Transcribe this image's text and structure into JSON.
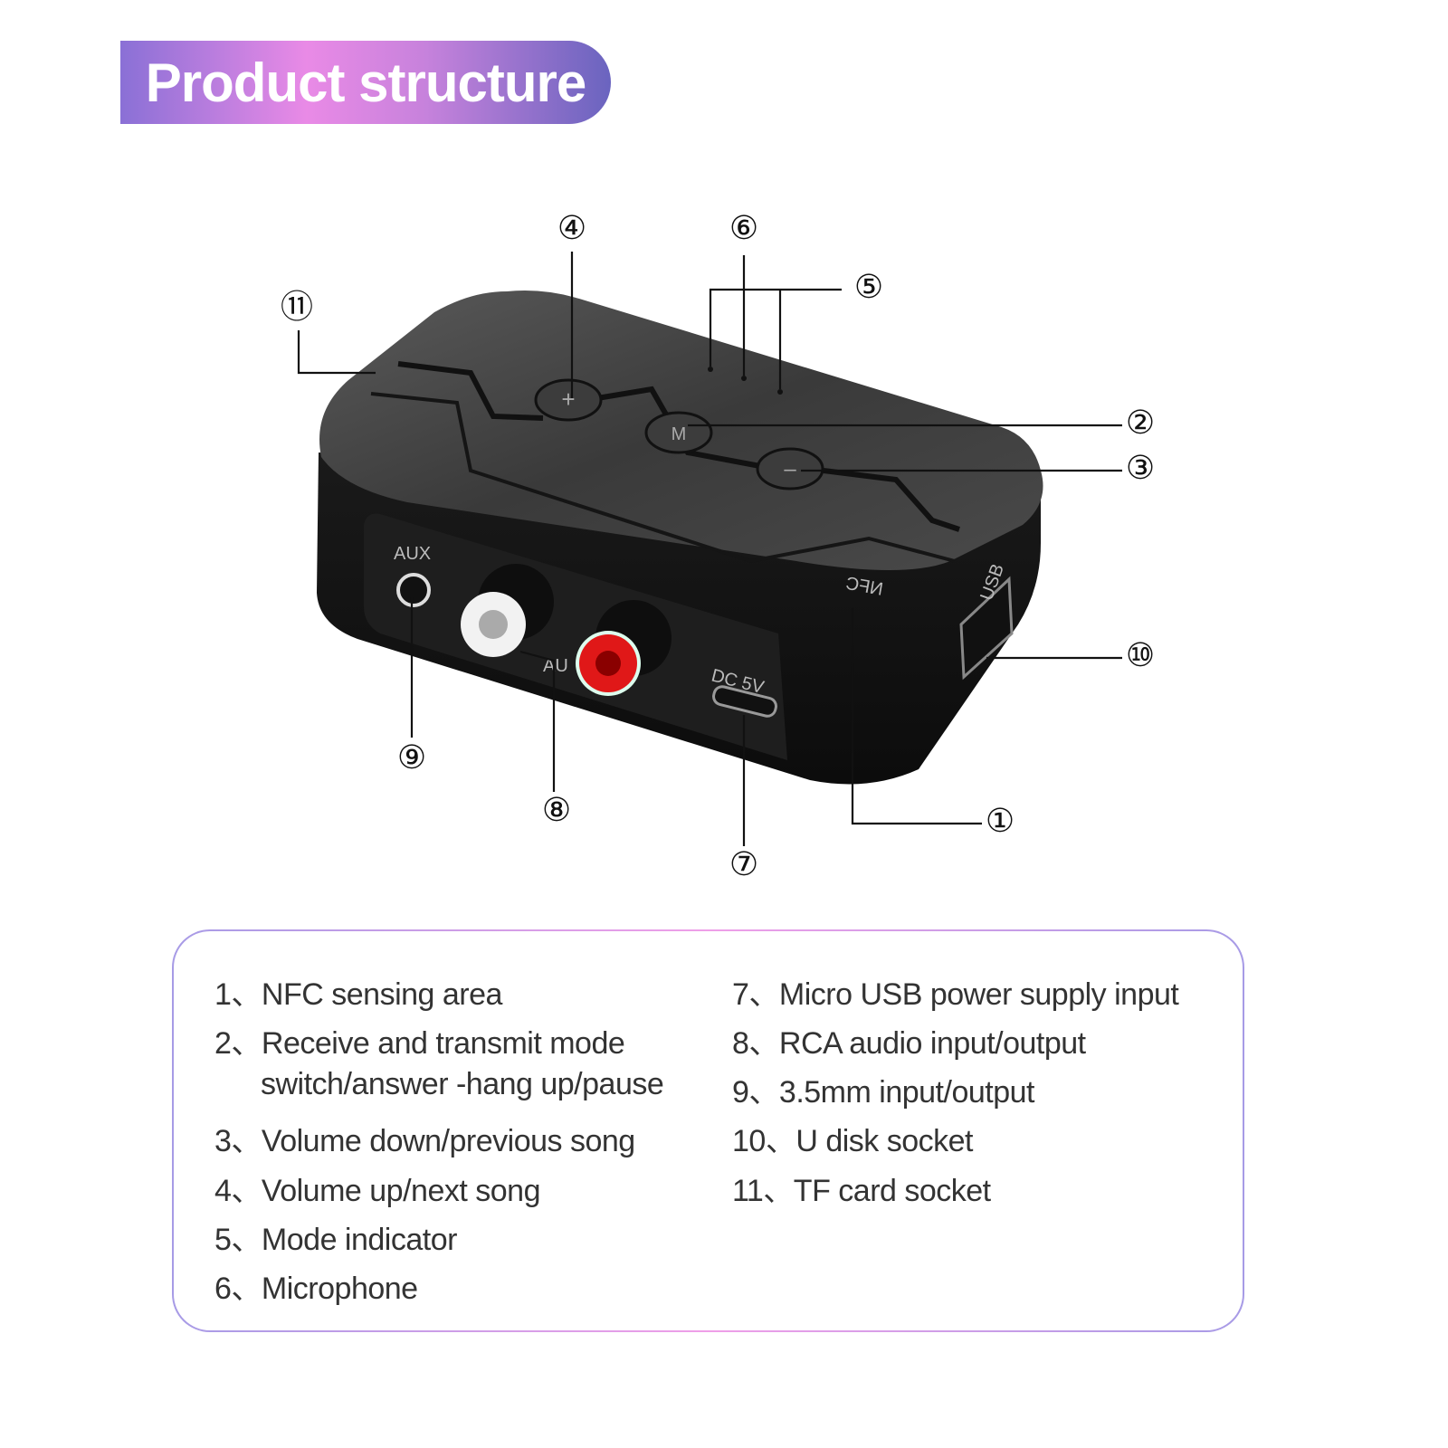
{
  "header": {
    "title": "Product structure"
  },
  "device": {
    "printed_labels": {
      "aux": "AUX",
      "rca": "AU",
      "dc": "DC 5V",
      "nfc": "NFC",
      "usb": "USB"
    }
  },
  "callouts": [
    "①",
    "②",
    "③",
    "④",
    "⑤",
    "⑥",
    "⑦",
    "⑧",
    "⑨",
    "⑩",
    "⑪"
  ],
  "legend": {
    "left": [
      {
        "num": "1、",
        "text": "NFC sensing area"
      },
      {
        "num": "2、",
        "text": "Receive and transmit mode",
        "text2": "switch/answer -hang up/pause"
      },
      {
        "num": "3、",
        "text": "Volume down/previous song"
      },
      {
        "num": "4、",
        "text": "Volume up/next song"
      },
      {
        "num": "5、",
        "text": "Mode indicator"
      },
      {
        "num": "6、",
        "text": "Microphone"
      }
    ],
    "right": [
      {
        "num": "7、",
        "text": "Micro USB power supply input"
      },
      {
        "num": "8、",
        "text": "RCA audio input/output"
      },
      {
        "num": "9、",
        "text": "3.5mm input/output"
      },
      {
        "num": "10、",
        "text": "U disk socket"
      },
      {
        "num": "11、",
        "text": "TF card socket"
      }
    ]
  },
  "colors": {
    "accent_pink": "#e98ae6",
    "accent_purple": "#6a64bf",
    "device": "#2a2a2a",
    "rca_red": "#e01818"
  }
}
